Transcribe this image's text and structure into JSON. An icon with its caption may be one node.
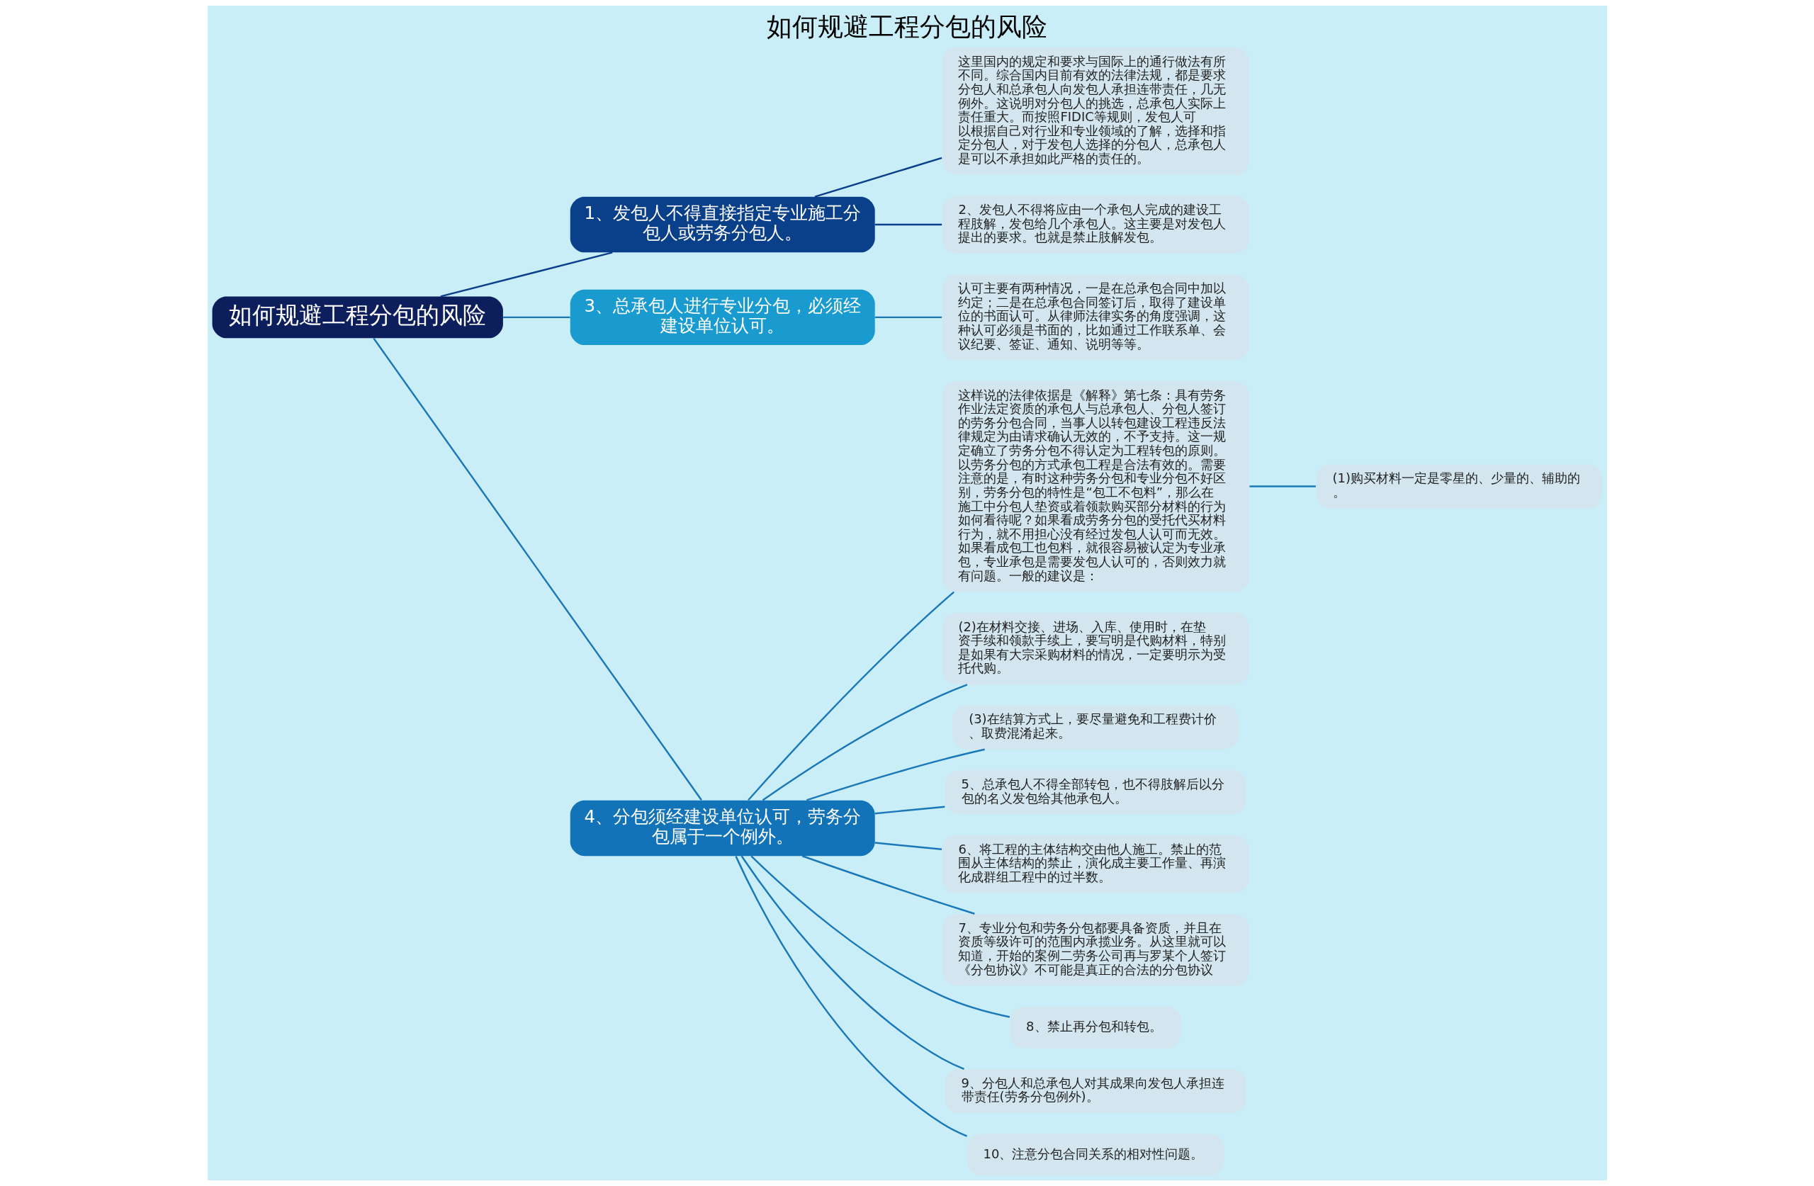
{
  "diagram": {
    "title": "如何规避工程分包的风险",
    "nodes": [
      {
        "text": [
          "如何规避工程分包的风险"
        ]
      },
      {
        "text": [
          "1、发包人不得直接指定专业施工分包人或劳务分包人。"
        ]
      },
      {
        "text": [
          "这里国内的规定和要求与国际上的通行做法有所不同。综合国内目前有效的法律法规，都是要求分包人和总承包人向发包人承担连带责任，几无例外。这说明对分包人的挑选，总承包人实际上责任重大。而按照FIDIC等规则，发包人可以根据自己对行业和专业领域的了解，选择和指定分包人，对于发包人选择的分包人，总承包人是可以不承担如此严格的责任的。"
        ]
      },
      {
        "text": [
          "2、发包人不得将应由一个承包人完成的建设工程肢解，发包给几个承包人。这主要是对发包人提出的要求。也就是禁止肢解发包。"
        ]
      },
      {
        "text": [
          "3、总承包人进行专业分包，必须经建设单位认可。"
        ]
      },
      {
        "text": [
          "认可主要有两种情况，一是在总承包合同中加以约定；二是在总承包合同签订后，取得了建设单位的书面认可。从律师法律实务的角度强调，这种认可必须是书面的，比如通过工作联系单、会议纪要、签证、通知、说明等等。"
        ]
      },
      {
        "text": [
          "4、分包须经建设单位认可，劳务分包属于一个例外。"
        ]
      },
      {
        "text": [
          "这样说的法律依据是《解释》第七条：具有劳务作业法定资质的承包人与总承包人、分包人签订的劳务分包合同，当事人以转包建设工程违反法律规定为由请求确认无效的，不予支持。这一规定确立了劳务分包不得认定为工程转包的原则。以劳务分包的方式承包工程是合法有效的。需要注意的是，有时这种劳务分包和专业分包不好区别，劳务分包的特性是“包工不包料”，那么在施工中分包人垫资或着领款购买部分材料的行为如何看待呢？如果看成劳务分包的受托代买材料行为，就不用担心没有经过发包人认可而无效。如果看成包工也包料，就很容易被认定为专业承包，专业承包是需要发包人认可的，否则效力就有问题。一般的建议是："
        ]
      },
      {
        "text": [
          "(1)购买材料一定是零星的、少量的、辅助的。"
        ]
      },
      {
        "text": [
          "(2)在材料交接、进场、入库、使用时，在垫资手续和领款手续上，要写明是代购材料，特别是如果有大宗采购材料的情况，一定要明示为受托代购。"
        ]
      },
      {
        "text": [
          "(3)在结算方式上，要尽量避免和工程费计价、取费混淆起来。"
        ]
      },
      {
        "text": [
          "5、总承包人不得全部转包，也不得肢解后以分包的名义发包给其他承包人。"
        ]
      },
      {
        "text": [
          "6、将工程的主体结构交由他人施工。禁止的范围从主体结构的禁止，演化成主要工作量、再演化成群组工程中的过半数。"
        ]
      },
      {
        "text": [
          "7、专业分包和劳务分包都要具备资质，并且在资质等级许可的范围内承揽业务。从这里就可以知道，开始的案例二劳务公司再与罗某个人签订《分包协议》不可能是真正的合法的分包协议"
        ]
      },
      {
        "text": [
          "8、禁止再分包和转包。"
        ]
      },
      {
        "text": [
          "9、分包人和总承包人对其成果向发包人承担连带责任(劳务分包例外)。"
        ]
      },
      {
        "text": [
          "10、注意分包合同关系的相对性问题。"
        ]
      }
    ],
    "edges": [
      {
        "from": 0,
        "to": 1,
        "arrow": "none",
        "color": "#0a3f8a"
      },
      {
        "from": 1,
        "to": 2,
        "arrow": "none",
        "color": "#0a3f8a"
      },
      {
        "from": 1,
        "to": 3,
        "arrow": "none",
        "color": "#0a3f8a"
      },
      {
        "from": 0,
        "to": 4,
        "arrow": "none"
      },
      {
        "from": 4,
        "to": 5,
        "arrow": "none"
      },
      {
        "from": 0,
        "to": 6,
        "arrow": "none"
      },
      {
        "from": 6,
        "to": 7,
        "arrow": "none"
      },
      {
        "from": 7,
        "to": 8,
        "arrow": "none"
      },
      {
        "from": 6,
        "to": 9,
        "arrow": "none"
      },
      {
        "from": 6,
        "to": 10,
        "arrow": "none"
      },
      {
        "from": 6,
        "to": 11,
        "arrow": "none"
      },
      {
        "from": 6,
        "to": 12,
        "arrow": "none"
      },
      {
        "from": 6,
        "to": 13,
        "arrow": "none"
      },
      {
        "from": 6,
        "to": 14,
        "arrow": "none"
      },
      {
        "from": 6,
        "to": 15,
        "arrow": "none"
      },
      {
        "from": 6,
        "to": 16,
        "arrow": "none"
      }
    ]
  }
}
